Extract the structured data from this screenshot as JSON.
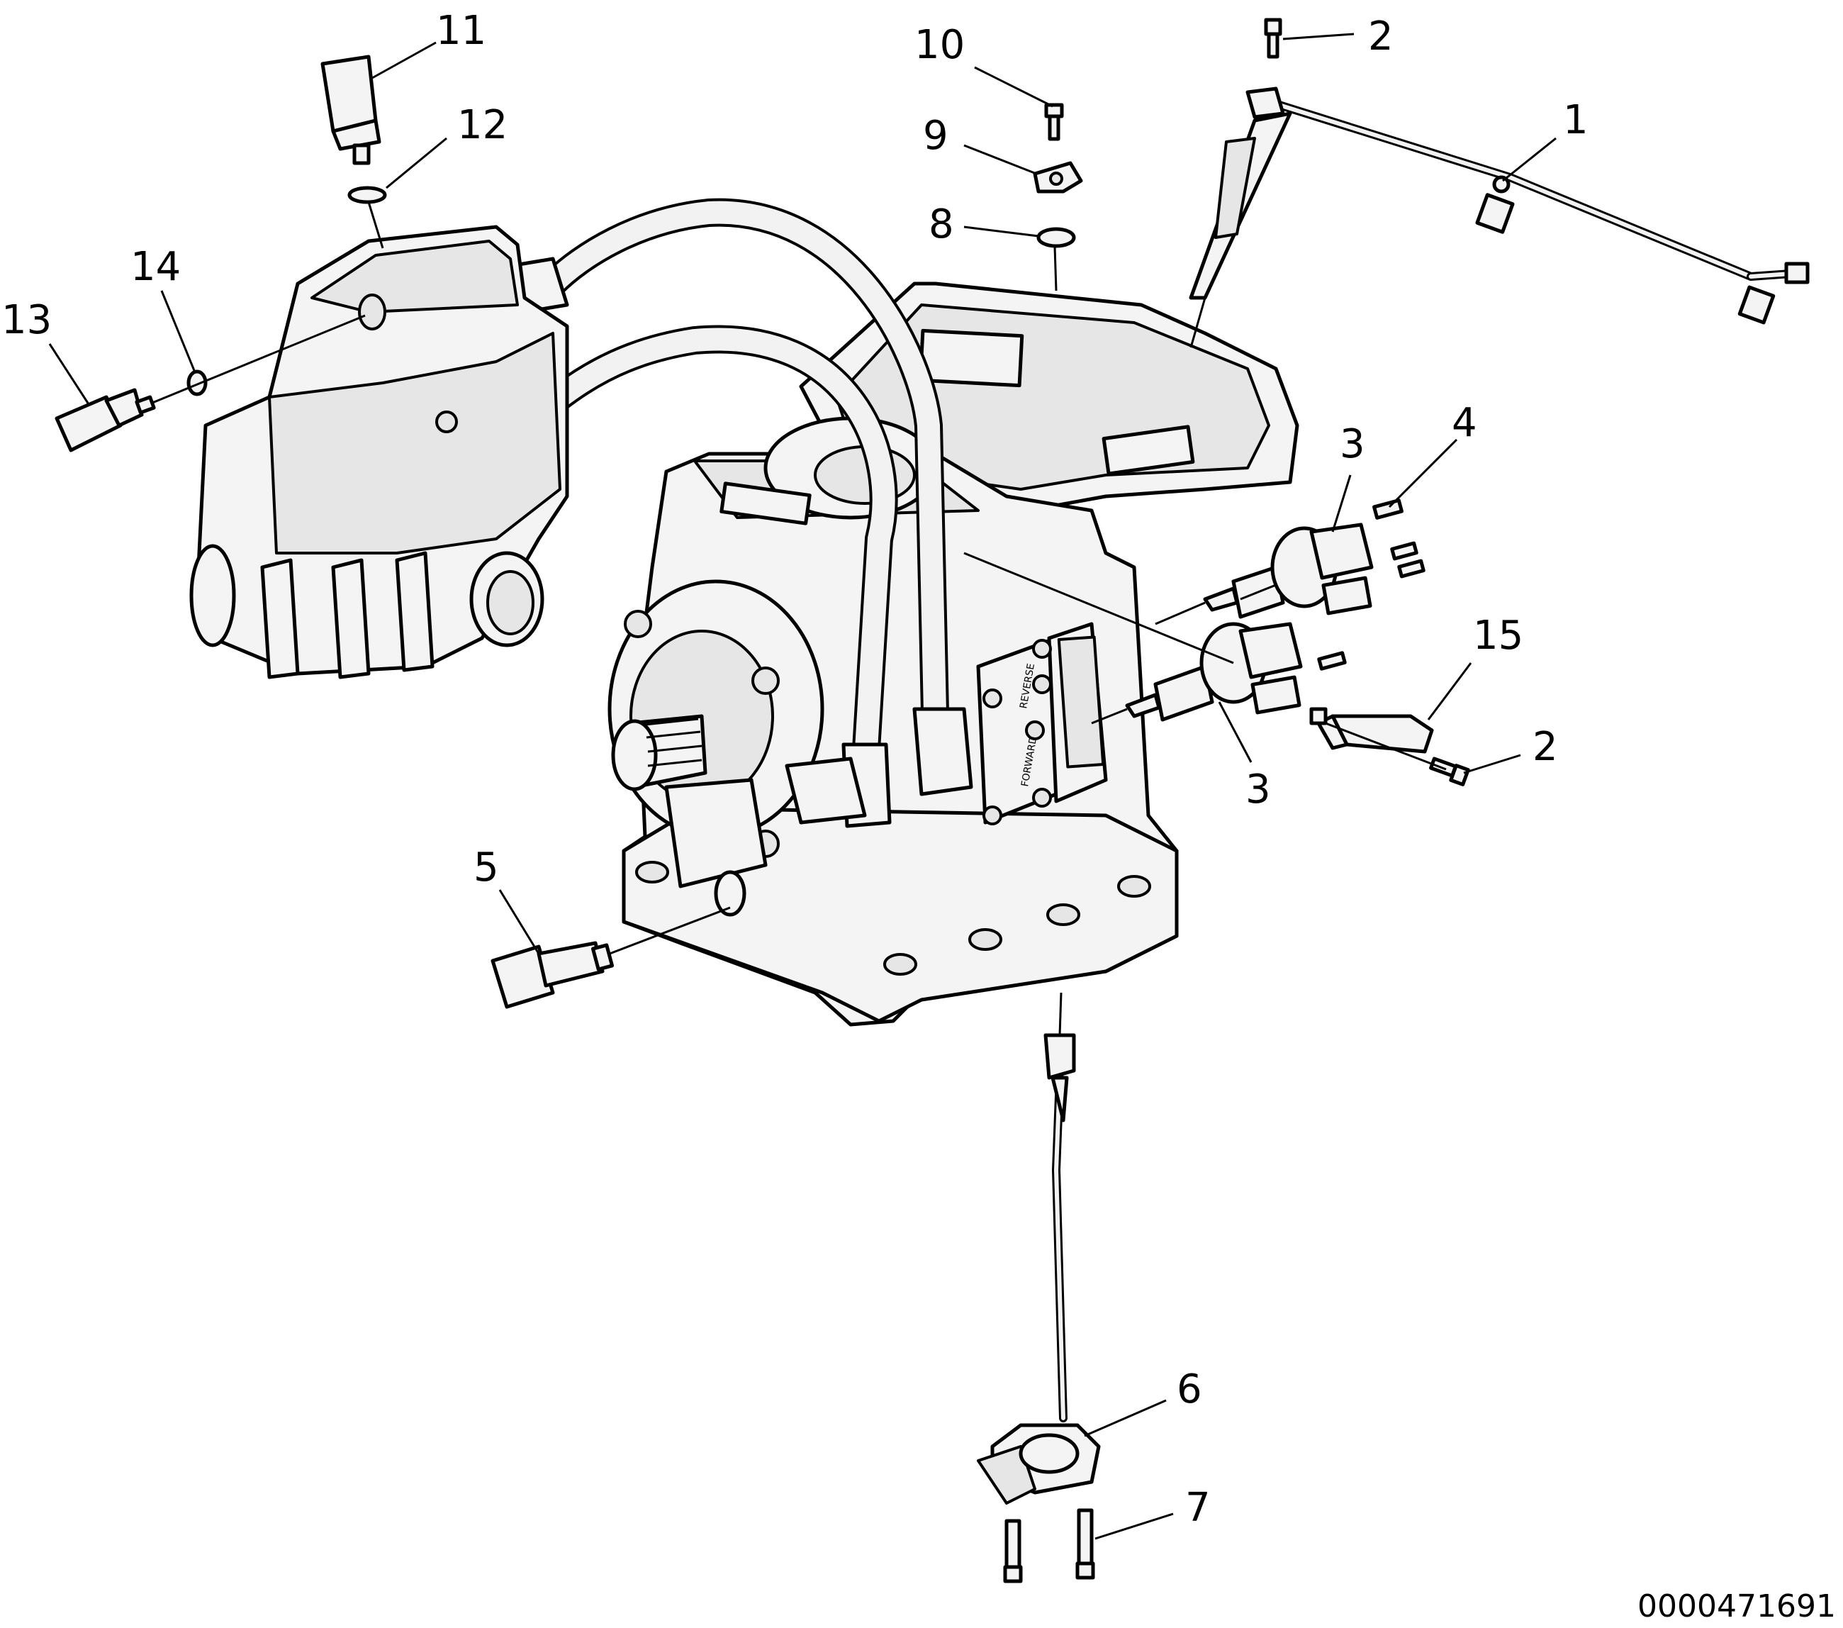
{
  "document_id": "0000471691",
  "callouts": [
    {
      "id": "c1",
      "text": "1"
    },
    {
      "id": "c2a",
      "text": "2"
    },
    {
      "id": "c2b",
      "text": "2"
    },
    {
      "id": "c3a",
      "text": "3"
    },
    {
      "id": "c3b",
      "text": "3"
    },
    {
      "id": "c4",
      "text": "4"
    },
    {
      "id": "c5",
      "text": "5"
    },
    {
      "id": "c6",
      "text": "6"
    },
    {
      "id": "c7",
      "text": "7"
    },
    {
      "id": "c8",
      "text": "8"
    },
    {
      "id": "c9",
      "text": "9"
    },
    {
      "id": "c10",
      "text": "10"
    },
    {
      "id": "c11",
      "text": "11"
    },
    {
      "id": "c12",
      "text": "12"
    },
    {
      "id": "c13",
      "text": "13"
    },
    {
      "id": "c14",
      "text": "14"
    },
    {
      "id": "c15",
      "text": "15"
    }
  ],
  "plate_labels": {
    "reverse": "REVERSE",
    "forward": "FORWARD"
  }
}
